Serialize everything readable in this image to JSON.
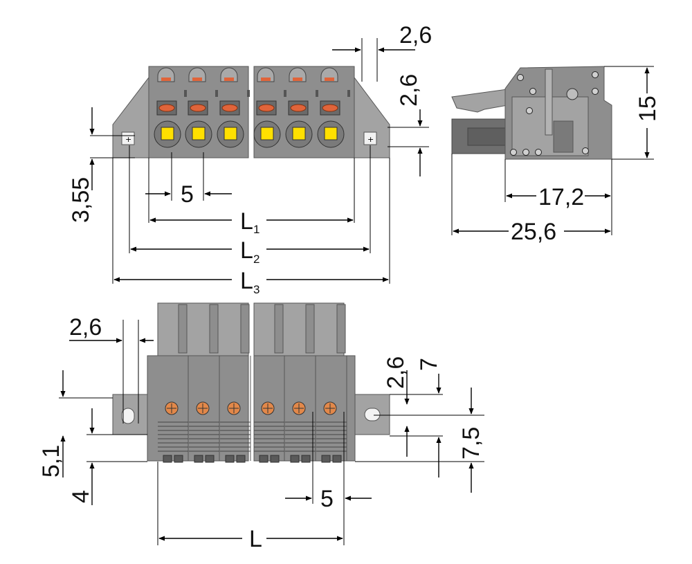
{
  "dimensions": {
    "top_left_width_2_6": "2,6",
    "top_right_height_2_6": "2,6",
    "top_left_height_3_55": "3,55",
    "top_pitch_5": "5",
    "L1_main": "L",
    "L1_sub": "1",
    "L2_main": "L",
    "L2_sub": "2",
    "L3_main": "L",
    "L3_sub": "3",
    "side_height_15": "15",
    "side_width_17_2": "17,2",
    "side_width_25_6": "25,6",
    "bottom_left_2_6": "2,6",
    "bottom_right_2_6": "2,6",
    "bottom_7": "7",
    "bottom_7_5": "7,5",
    "bottom_5_1": "5,1",
    "bottom_4": "4",
    "bottom_pitch_5": "5",
    "bottom_L": "L"
  },
  "colors": {
    "housing": "#8e8e8e",
    "housing_light": "#a3a3a3",
    "housing_dark": "#6f6f6f",
    "release_button": "#ffe000",
    "spring_orange": "#e0643a",
    "screw_orange": "#e2884a"
  }
}
